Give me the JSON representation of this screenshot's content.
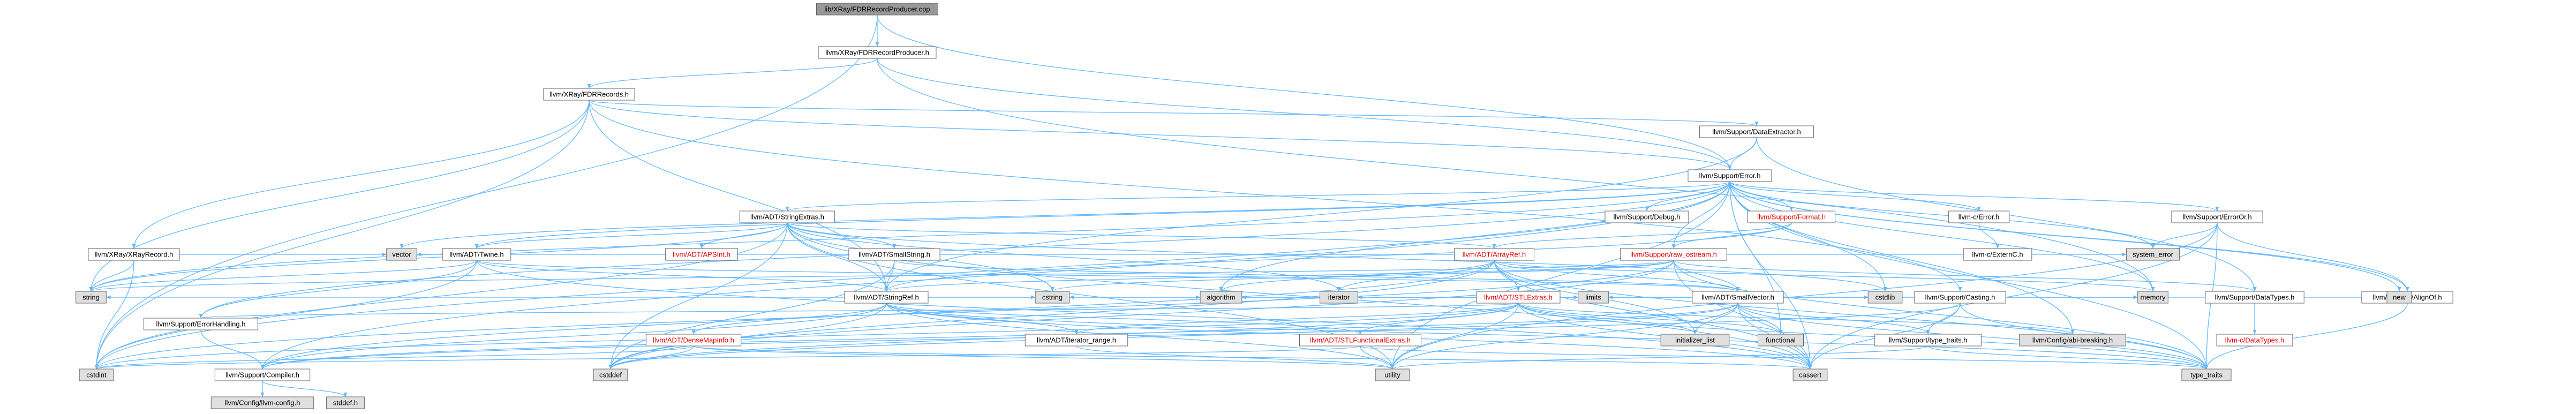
{
  "diagram": {
    "title": "",
    "nodes": [
      {
        "id": "root",
        "label": "lib/XRay/FDRRecordProducer.cpp",
        "style": "root"
      },
      {
        "id": "fdrprod_h",
        "label": "llvm/XRay/FDRRecordProducer.h",
        "style": "normal"
      },
      {
        "id": "fdrrecords_h",
        "label": "llvm/XRay/FDRRecords.h",
        "style": "normal"
      },
      {
        "id": "dataext_h",
        "label": "llvm/Support/DataExtractor.h",
        "style": "normal"
      },
      {
        "id": "error_h",
        "label": "llvm/Support/Error.h",
        "style": "normal"
      },
      {
        "id": "stringextras_h",
        "label": "llvm/ADT/StringExtras.h",
        "style": "normal"
      },
      {
        "id": "debug_h",
        "label": "llvm/Support/Debug.h",
        "style": "normal"
      },
      {
        "id": "format_h",
        "label": "llvm/Support/Format.h",
        "style": "red"
      },
      {
        "id": "llvmc_error_h",
        "label": "llvm-c/Error.h",
        "style": "normal"
      },
      {
        "id": "erroror_h",
        "label": "llvm/Support/ErrorOr.h",
        "style": "normal"
      },
      {
        "id": "xrayrecord_h",
        "label": "llvm/XRay/XRayRecord.h",
        "style": "normal"
      },
      {
        "id": "twine_h",
        "label": "llvm/ADT/Twine.h",
        "style": "normal"
      },
      {
        "id": "apsint_h",
        "label": "llvm/ADT/APSInt.h",
        "style": "red"
      },
      {
        "id": "smallstring_h",
        "label": "llvm/ADT/SmallString.h",
        "style": "normal"
      },
      {
        "id": "arrayref_h",
        "label": "llvm/ADT/ArrayRef.h",
        "style": "red"
      },
      {
        "id": "raw_ostream_h",
        "label": "llvm/Support/raw_ostream.h",
        "style": "red"
      },
      {
        "id": "externc_h",
        "label": "llvm-c/ExternC.h",
        "style": "normal"
      },
      {
        "id": "stlextras_h",
        "label": "llvm/ADT/STLExtras.h",
        "style": "red"
      },
      {
        "id": "smallvector_h",
        "label": "llvm/ADT/SmallVector.h",
        "style": "normal"
      },
      {
        "id": "casting_h",
        "label": "llvm/Support/Casting.h",
        "style": "normal"
      },
      {
        "id": "datatypes_h",
        "label": "llvm/Support/DataTypes.h",
        "style": "normal"
      },
      {
        "id": "alignof_h",
        "label": "llvm/Support/AlignOf.h",
        "style": "normal"
      },
      {
        "id": "stringref_h",
        "label": "llvm/ADT/StringRef.h",
        "style": "normal"
      },
      {
        "id": "errorhandling_h",
        "label": "llvm/Support/ErrorHandling.h",
        "style": "normal"
      },
      {
        "id": "densemapinfo_h",
        "label": "llvm/ADT/DenseMapInfo.h",
        "style": "red"
      },
      {
        "id": "iterator_range_h",
        "label": "llvm/ADT/iterator_range.h",
        "style": "normal"
      },
      {
        "id": "stlfunctional_h",
        "label": "llvm/ADT/STLFunctionalExtras.h",
        "style": "red"
      },
      {
        "id": "typetraits_h",
        "label": "llvm/Support/type_traits.h",
        "style": "normal"
      },
      {
        "id": "abibreaking_h",
        "label": "llvm/Config/abi-breaking.h",
        "style": "sys"
      },
      {
        "id": "compiler_h",
        "label": "llvm/Support/Compiler.h",
        "style": "normal"
      },
      {
        "id": "llvmc_datatypes_h",
        "label": "llvm-c/DataTypes.h",
        "style": "red"
      },
      {
        "id": "llvmconfig_h",
        "label": "llvm/Config/llvm-config.h",
        "style": "sys"
      },
      {
        "id": "stddef_h",
        "label": "stddef.h",
        "style": "sys"
      },
      {
        "id": "vector",
        "label": "vector",
        "style": "sys"
      },
      {
        "id": "string",
        "label": "string",
        "style": "sys"
      },
      {
        "id": "cstdint",
        "label": "cstdint",
        "style": "sys"
      },
      {
        "id": "system_error",
        "label": "system_error",
        "style": "sys"
      },
      {
        "id": "memory",
        "label": "memory",
        "style": "sys"
      },
      {
        "id": "new",
        "label": "new",
        "style": "sys"
      },
      {
        "id": "cstring",
        "label": "cstring",
        "style": "sys"
      },
      {
        "id": "algorithm",
        "label": "algorithm",
        "style": "sys"
      },
      {
        "id": "iterator",
        "label": "iterator",
        "style": "sys"
      },
      {
        "id": "limits",
        "label": "limits",
        "style": "sys"
      },
      {
        "id": "initializer_list",
        "label": "initializer_list",
        "style": "sys"
      },
      {
        "id": "functional",
        "label": "functional",
        "style": "sys"
      },
      {
        "id": "cstdlib",
        "label": "cstdlib",
        "style": "sys"
      },
      {
        "id": "cstddef",
        "label": "cstddef",
        "style": "sys"
      },
      {
        "id": "utility",
        "label": "utility",
        "style": "sys"
      },
      {
        "id": "cassert",
        "label": "cassert",
        "style": "sys"
      },
      {
        "id": "type_traits",
        "label": "type_traits",
        "style": "sys"
      }
    ],
    "edges": [
      [
        "root",
        "fdrprod_h"
      ],
      [
        "root",
        "error_h"
      ],
      [
        "root",
        "cstdint"
      ],
      [
        "fdrprod_h",
        "fdrrecords_h"
      ],
      [
        "fdrprod_h",
        "error_h"
      ],
      [
        "fdrprod_h",
        "memory"
      ],
      [
        "fdrrecords_h",
        "stringref_h"
      ],
      [
        "fdrrecords_h",
        "dataext_h"
      ],
      [
        "fdrrecords_h",
        "error_h"
      ],
      [
        "fdrrecords_h",
        "xrayrecord_h"
      ],
      [
        "fdrrecords_h",
        "cstdint"
      ],
      [
        "fdrrecords_h",
        "string"
      ],
      [
        "fdrrecords_h",
        "casting_h"
      ],
      [
        "dataext_h",
        "error_h"
      ],
      [
        "dataext_h",
        "stringref_h"
      ],
      [
        "dataext_h",
        "datatypes_h"
      ],
      [
        "error_h",
        "llvmc_error_h"
      ],
      [
        "error_h",
        "stringextras_h"
      ],
      [
        "error_h",
        "twine_h"
      ],
      [
        "error_h",
        "abibreaking_h"
      ],
      [
        "error_h",
        "alignof_h"
      ],
      [
        "error_h",
        "compiler_h"
      ],
      [
        "error_h",
        "debug_h"
      ],
      [
        "error_h",
        "erroror_h"
      ],
      [
        "error_h",
        "errorhandling_h"
      ],
      [
        "error_h",
        "format_h"
      ],
      [
        "error_h",
        "raw_ostream_h"
      ],
      [
        "error_h",
        "algorithm"
      ],
      [
        "error_h",
        "cassert"
      ],
      [
        "error_h",
        "cstdint"
      ],
      [
        "error_h",
        "cstdlib"
      ],
      [
        "error_h",
        "functional"
      ],
      [
        "error_h",
        "memory"
      ],
      [
        "error_h",
        "new"
      ],
      [
        "error_h",
        "optional"
      ],
      [
        "error_h",
        "string"
      ],
      [
        "error_h",
        "system_error"
      ],
      [
        "error_h",
        "type_traits"
      ],
      [
        "error_h",
        "utility"
      ],
      [
        "error_h",
        "vector"
      ],
      [
        "stringextras_h",
        "apsint_h"
      ],
      [
        "stringextras_h",
        "arrayref_h"
      ],
      [
        "stringextras_h",
        "smallstring_h"
      ],
      [
        "stringextras_h",
        "stringref_h"
      ],
      [
        "stringextras_h",
        "twine_h"
      ],
      [
        "stringextras_h",
        "cassert"
      ],
      [
        "stringextras_h",
        "cstddef"
      ],
      [
        "stringextras_h",
        "cstdint"
      ],
      [
        "stringextras_h",
        "cstdlib"
      ],
      [
        "stringextras_h",
        "cstring"
      ],
      [
        "stringextras_h",
        "iterator"
      ],
      [
        "stringextras_h",
        "string"
      ],
      [
        "stringextras_h",
        "utility"
      ],
      [
        "llvmc_error_h",
        "externc_h"
      ],
      [
        "format_h",
        "arrayref_h"
      ],
      [
        "format_h",
        "stringref_h"
      ],
      [
        "format_h",
        "raw_ostream_h"
      ],
      [
        "erroror_h",
        "alignof_h"
      ],
      [
        "erroror_h",
        "cassert"
      ],
      [
        "erroror_h",
        "system_error"
      ],
      [
        "erroror_h",
        "type_traits"
      ],
      [
        "erroror_h",
        "utility"
      ],
      [
        "xrayrecord_h",
        "cstdint"
      ],
      [
        "xrayrecord_h",
        "vector"
      ],
      [
        "xrayrecord_h",
        "string"
      ],
      [
        "twine_h",
        "smallvector_h"
      ],
      [
        "twine_h",
        "stringref_h"
      ],
      [
        "twine_h",
        "errorhandling_h"
      ],
      [
        "twine_h",
        "cassert"
      ],
      [
        "twine_h",
        "cstdint"
      ],
      [
        "twine_h",
        "string"
      ],
      [
        "smallstring_h",
        "smallvector_h"
      ],
      [
        "smallstring_h",
        "stringref_h"
      ],
      [
        "smallstring_h",
        "cstddef"
      ],
      [
        "arrayref_h",
        "stlextras_h"
      ],
      [
        "arrayref_h",
        "smallvector_h"
      ],
      [
        "arrayref_h",
        "compiler_h"
      ],
      [
        "arrayref_h",
        "algorithm"
      ],
      [
        "arrayref_h",
        "array"
      ],
      [
        "arrayref_h",
        "cassert"
      ],
      [
        "arrayref_h",
        "cstddef"
      ],
      [
        "arrayref_h",
        "initializer_list"
      ],
      [
        "arrayref_h",
        "iterator"
      ],
      [
        "arrayref_h",
        "memory"
      ],
      [
        "arrayref_h",
        "type_traits"
      ],
      [
        "arrayref_h",
        "vector"
      ],
      [
        "raw_ostream_h",
        "smallvector_h"
      ],
      [
        "raw_ostream_h",
        "stringref_h"
      ],
      [
        "raw_ostream_h",
        "datatypes_h"
      ],
      [
        "raw_ostream_h",
        "cassert"
      ],
      [
        "raw_ostream_h",
        "cstddef"
      ],
      [
        "raw_ostream_h",
        "cstdint"
      ],
      [
        "raw_ostream_h",
        "cstring"
      ],
      [
        "raw_ostream_h",
        "string"
      ],
      [
        "raw_ostream_h",
        "system_error"
      ],
      [
        "raw_ostream_h",
        "type_traits"
      ],
      [
        "stlextras_h",
        "stlfunctional_h"
      ],
      [
        "stlextras_h",
        "iterator_range_h"
      ],
      [
        "stlextras_h",
        "abibreaking_h"
      ],
      [
        "stlextras_h",
        "errorhandling_h"
      ],
      [
        "stlextras_h",
        "algorithm"
      ],
      [
        "stlextras_h",
        "cassert"
      ],
      [
        "stlextras_h",
        "cstddef"
      ],
      [
        "stlextras_h",
        "cstdint"
      ],
      [
        "stlextras_h",
        "cstdlib"
      ],
      [
        "stlextras_h",
        "functional"
      ],
      [
        "stlextras_h",
        "initializer_list"
      ],
      [
        "stlextras_h",
        "iterator"
      ],
      [
        "stlextras_h",
        "limits"
      ],
      [
        "stlextras_h",
        "memory"
      ],
      [
        "stlextras_h",
        "type_traits"
      ],
      [
        "stlextras_h",
        "utility"
      ],
      [
        "smallvector_h",
        "compiler_h"
      ],
      [
        "smallvector_h",
        "typetraits_h"
      ],
      [
        "smallvector_h",
        "algorithm"
      ],
      [
        "smallvector_h",
        "cassert"
      ],
      [
        "smallvector_h",
        "cstddef"
      ],
      [
        "smallvector_h",
        "cstdlib"
      ],
      [
        "smallvector_h",
        "cstring"
      ],
      [
        "smallvector_h",
        "functional"
      ],
      [
        "smallvector_h",
        "initializer_list"
      ],
      [
        "smallvector_h",
        "iterator"
      ],
      [
        "smallvector_h",
        "limits"
      ],
      [
        "smallvector_h",
        "memory"
      ],
      [
        "smallvector_h",
        "new"
      ],
      [
        "smallvector_h",
        "type_traits"
      ],
      [
        "smallvector_h",
        "utility"
      ],
      [
        "casting_h",
        "compiler_h"
      ],
      [
        "casting_h",
        "typetraits_h"
      ],
      [
        "casting_h",
        "cassert"
      ],
      [
        "casting_h",
        "memory"
      ],
      [
        "casting_h",
        "type_traits"
      ],
      [
        "datatypes_h",
        "llvmc_datatypes_h"
      ],
      [
        "alignof_h",
        "type_traits"
      ],
      [
        "stringref_h",
        "densemapinfo_h"
      ],
      [
        "stringref_h",
        "iterator_range_h"
      ],
      [
        "stringref_h",
        "compiler_h"
      ],
      [
        "stringref_h",
        "algorithm"
      ],
      [
        "stringref_h",
        "cassert"
      ],
      [
        "stringref_h",
        "cstddef"
      ],
      [
        "stringref_h",
        "cstring"
      ],
      [
        "stringref_h",
        "limits"
      ],
      [
        "stringref_h",
        "string"
      ],
      [
        "stringref_h",
        "type_traits"
      ],
      [
        "stringref_h",
        "utility"
      ],
      [
        "stringref_h",
        "stlfunctional_h"
      ],
      [
        "errorhandling_h",
        "compiler_h"
      ],
      [
        "densemapinfo_h",
        "cassert"
      ],
      [
        "densemapinfo_h",
        "cstddef"
      ],
      [
        "densemapinfo_h",
        "cstdint"
      ],
      [
        "densemapinfo_h",
        "utility"
      ],
      [
        "iterator_range_h",
        "utility"
      ],
      [
        "stlfunctional_h",
        "cstdint"
      ],
      [
        "stlfunctional_h",
        "type_traits"
      ],
      [
        "stlfunctional_h",
        "utility"
      ],
      [
        "typetraits_h",
        "type_traits"
      ],
      [
        "typetraits_h",
        "utility"
      ],
      [
        "compiler_h",
        "llvmconfig_h"
      ],
      [
        "compiler_h",
        "stddef_h"
      ]
    ]
  },
  "colors": {
    "root_fill": "#999999",
    "normal_fill": "#ffffff",
    "sys_fill": "#e0e0e0",
    "border": "#666666",
    "edge": "#63b8ff",
    "red_text": "#e60000"
  }
}
